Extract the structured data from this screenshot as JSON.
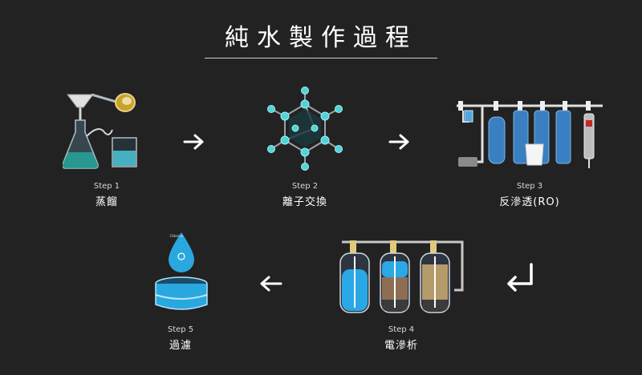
{
  "title": "純水製作過程",
  "steps": [
    {
      "num": "Step 1",
      "name": "蒸餾"
    },
    {
      "num": "Step 2",
      "name": "離子交換"
    },
    {
      "num": "Step 3",
      "name": "反滲透(RO)"
    },
    {
      "num": "Step 4",
      "name": "電滲析"
    },
    {
      "num": "Step 5",
      "name": "過濾"
    }
  ],
  "droplet_label": "Chlorine",
  "colors": {
    "background": "#222222",
    "water_blue": "#29a8e0",
    "tank_blue": "#3a7fc1",
    "molecule_cyan": "#4fd4d8"
  }
}
